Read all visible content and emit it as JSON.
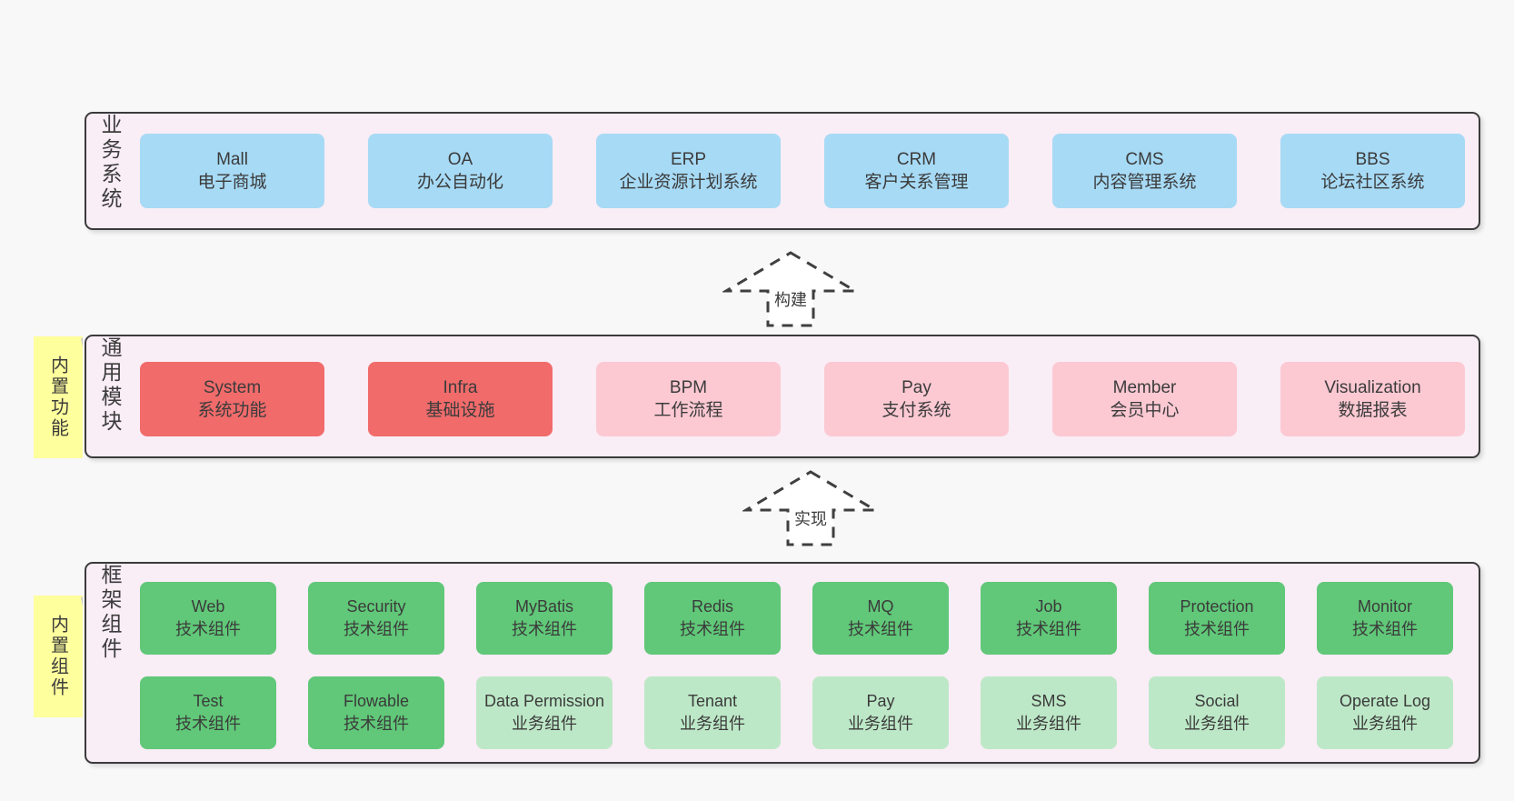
{
  "diagram_title": "",
  "colors": {
    "page_bg": "#f8f8f8",
    "panel_bg": "#f9edf6",
    "panel_border": "#3b3b3b",
    "blue": "#a7daf5",
    "red": "#f16b6b",
    "pink": "#fcc9d3",
    "green": "#60c878",
    "light_green": "#bde8c7",
    "note_yellow": "#feff9d",
    "note_fold": "#c9c9c9",
    "arrow_stroke": "#3f3f3f",
    "text": "#3c3c3c"
  },
  "arrows": [
    {
      "label": "构建"
    },
    {
      "label": "实现"
    }
  ],
  "layers": [
    {
      "label": "业务系统",
      "side_note": "",
      "boxes": [
        {
          "title": "Mall",
          "subtitle": "电子商城",
          "color": "blue"
        },
        {
          "title": "OA",
          "subtitle": "办公自动化",
          "color": "blue"
        },
        {
          "title": "ERP",
          "subtitle": "企业资源计划系统",
          "color": "blue"
        },
        {
          "title": "CRM",
          "subtitle": "客户关系管理",
          "color": "blue"
        },
        {
          "title": "CMS",
          "subtitle": "内容管理系统",
          "color": "blue"
        },
        {
          "title": "BBS",
          "subtitle": "论坛社区系统",
          "color": "blue"
        }
      ]
    },
    {
      "label": "通用模块",
      "side_note": "内置功能",
      "boxes": [
        {
          "title": "System",
          "subtitle": "系统功能",
          "color": "red"
        },
        {
          "title": "Infra",
          "subtitle": "基础设施",
          "color": "red"
        },
        {
          "title": "BPM",
          "subtitle": "工作流程",
          "color": "pink"
        },
        {
          "title": "Pay",
          "subtitle": "支付系统",
          "color": "pink"
        },
        {
          "title": "Member",
          "subtitle": "会员中心",
          "color": "pink"
        },
        {
          "title": "Visualization",
          "subtitle": "数据报表",
          "color": "pink"
        }
      ]
    },
    {
      "label": "框架组件",
      "side_note": "内置组件",
      "rows": [
        [
          {
            "title": "Web",
            "subtitle": "技术组件",
            "color": "green"
          },
          {
            "title": "Security",
            "subtitle": "技术组件",
            "color": "green"
          },
          {
            "title": "MyBatis",
            "subtitle": "技术组件",
            "color": "green"
          },
          {
            "title": "Redis",
            "subtitle": "技术组件",
            "color": "green"
          },
          {
            "title": "MQ",
            "subtitle": "技术组件",
            "color": "green"
          },
          {
            "title": "Job",
            "subtitle": "技术组件",
            "color": "green"
          },
          {
            "title": "Protection",
            "subtitle": "技术组件",
            "color": "green"
          },
          {
            "title": "Monitor",
            "subtitle": "技术组件",
            "color": "green"
          }
        ],
        [
          {
            "title": "Test",
            "subtitle": "技术组件",
            "color": "green"
          },
          {
            "title": "Flowable",
            "subtitle": "技术组件",
            "color": "green"
          },
          {
            "title": "Data Permission",
            "subtitle": "业务组件",
            "color": "light_green"
          },
          {
            "title": "Tenant",
            "subtitle": "业务组件",
            "color": "light_green"
          },
          {
            "title": "Pay",
            "subtitle": "业务组件",
            "color": "light_green"
          },
          {
            "title": "SMS",
            "subtitle": "业务组件",
            "color": "light_green"
          },
          {
            "title": "Social",
            "subtitle": "业务组件",
            "color": "light_green"
          },
          {
            "title": "Operate Log",
            "subtitle": "业务组件",
            "color": "light_green"
          }
        ]
      ]
    }
  ]
}
